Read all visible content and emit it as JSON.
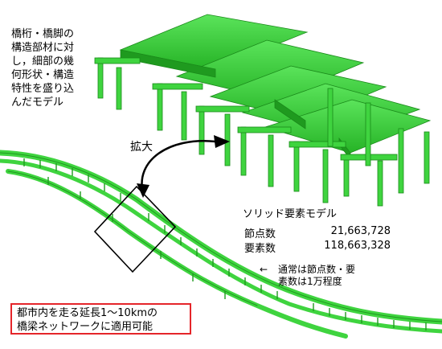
{
  "description": "橋桁・橋脚の\n構造部材に対\nし，細部の幾\n何形状・構造\n特性を盛り込\nんだモデル",
  "zoom_label": "拡大",
  "model_title": "ソリッド要素モデル",
  "stats": [
    {
      "label": "節点数",
      "value": "21,663,728"
    },
    {
      "label": "要素数",
      "value": "118,663,328"
    }
  ],
  "note_arrow": "←",
  "note": "通常は節点数・要\n素数は1万程度",
  "callout": "都市内を走る延長1〜10kmの\n橋梁ネットワークに適用可能",
  "colors": {
    "model": "#3fd43f",
    "model_dark": "#1f9a1f",
    "callout_border": "#e5252a"
  }
}
